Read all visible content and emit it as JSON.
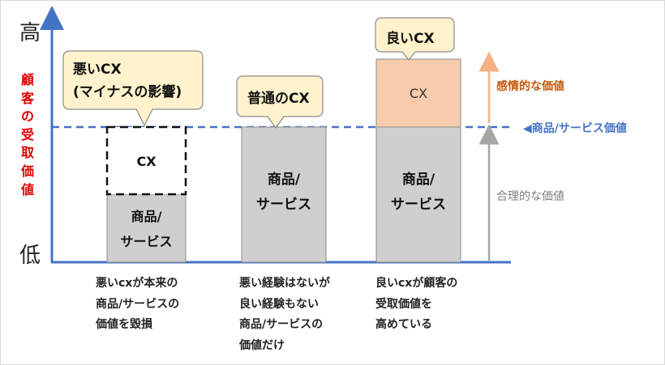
{
  "axis": {
    "high": "高",
    "low": "低",
    "title_chars": [
      "顧",
      "客",
      "の",
      "受",
      "取",
      "価",
      "値"
    ]
  },
  "bars": {
    "bad": {
      "cx": "CX",
      "product_line1": "商品/",
      "product_line2": "サービス"
    },
    "normal": {
      "product_line1": "商品/",
      "product_line2": "サービス"
    },
    "good": {
      "cx": "CX",
      "product_line1": "商品/",
      "product_line2": "サービス"
    }
  },
  "bubbles": {
    "bad_line1": "悪いCX",
    "bad_line2": "(マイナスの影響)",
    "normal": "普通のCX",
    "good": "良いCX"
  },
  "right_labels": {
    "emotional": "感情的な価値",
    "product_value": "◀商品/サービス価値",
    "rational": "合理的な価値"
  },
  "captions": {
    "bad": [
      "悪いcxが本来の",
      "商品/サービスの",
      "価値を毀損"
    ],
    "normal": [
      "悪い経験はないが",
      "良い経験もない",
      "商品/サービスの",
      "価値だけ"
    ],
    "good": [
      "良いcxが顧客の",
      "受取価値を",
      "高めている"
    ]
  },
  "colors": {
    "axis": "#4472c4",
    "gray_bar": "#d0cece",
    "peach_bar": "#f8cbad",
    "bubble_fill": "#fff2cc",
    "emotional_arrow": "#f4b183",
    "rational_arrow": "#a6a6a6",
    "axis_title": "#e00000",
    "emotional_text": "#c55a11"
  }
}
